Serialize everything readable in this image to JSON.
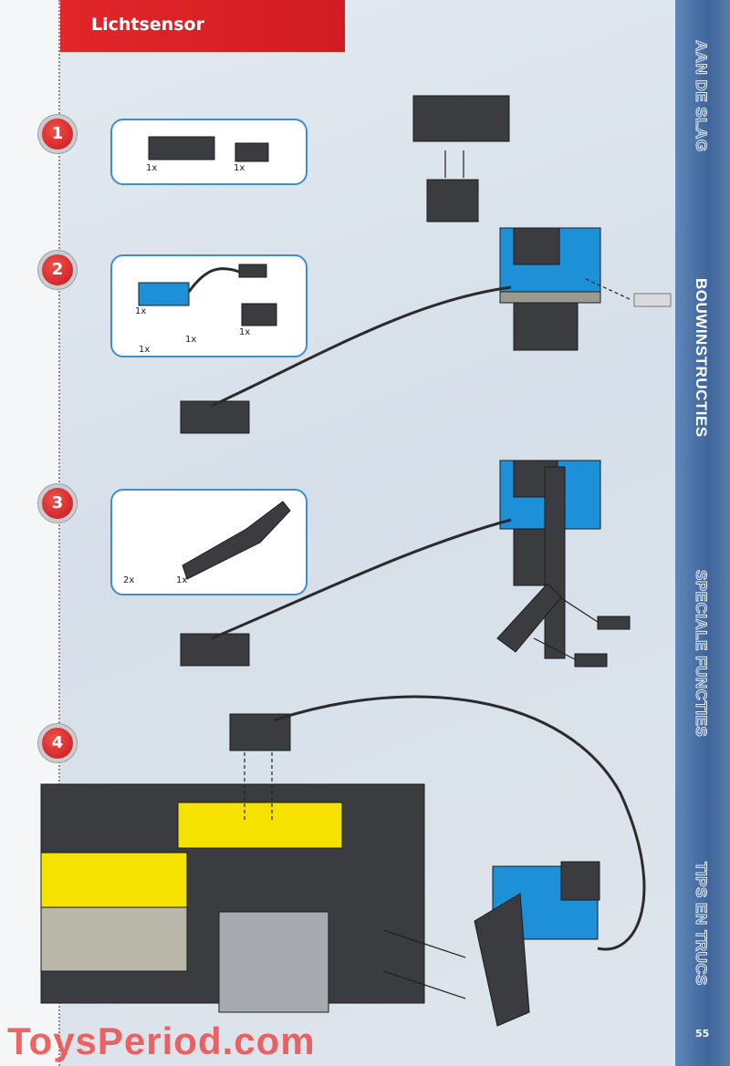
{
  "header": {
    "title": "Lichtsensor"
  },
  "sidebar": {
    "tabs": [
      {
        "label": "AAN DE SLAG",
        "active": false
      },
      {
        "label": "BOUWINSTRUCTIES",
        "active": true
      },
      {
        "label": "SPECIALE FUNCTIES",
        "active": false
      },
      {
        "label": "TIPS EN TRUCS",
        "active": false
      }
    ],
    "page_number": "55"
  },
  "steps": [
    {
      "number": "1",
      "parts": [
        "1x",
        "1x"
      ]
    },
    {
      "number": "2",
      "parts": [
        "1x",
        "1x",
        "1x",
        "1x"
      ]
    },
    {
      "number": "3",
      "parts": [
        "2x",
        "1x"
      ]
    },
    {
      "number": "4"
    }
  ],
  "colors": {
    "header": "#d01c22",
    "sidebar": "#3f669c",
    "brick": "#3a3c40",
    "sensor": "#1e90d8",
    "frame": "#3d8fd0"
  },
  "watermark": "ToysPeriod.com"
}
